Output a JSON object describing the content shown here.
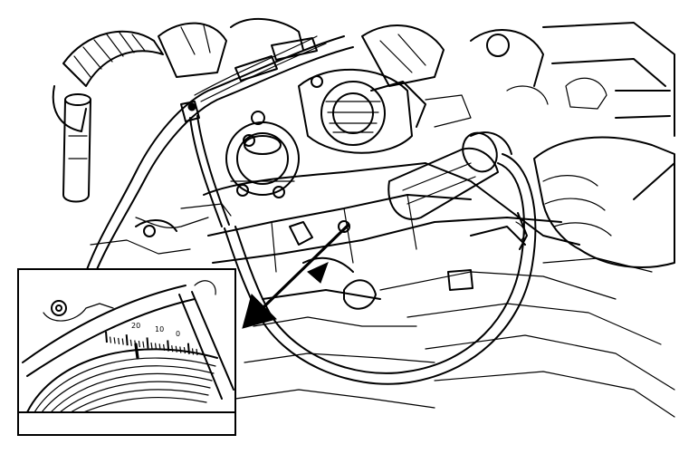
{
  "diagram": {
    "subject": "timing-light-on-engine",
    "inset": {
      "scale_labels": [
        "20",
        "10",
        "0"
      ]
    }
  },
  "colors": {
    "ink": "#000000",
    "paper": "#ffffff"
  }
}
